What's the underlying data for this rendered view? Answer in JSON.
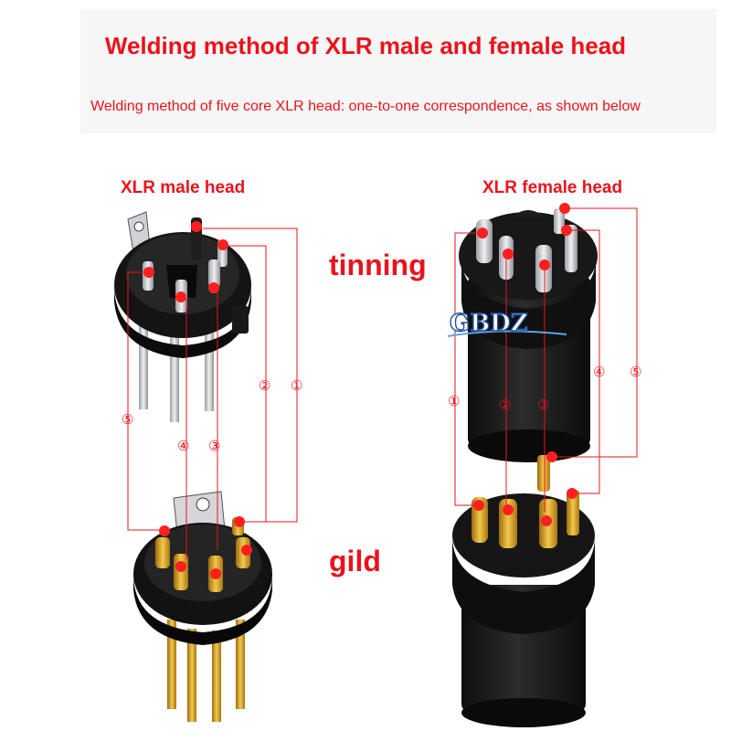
{
  "title": "Welding method of XLR male and female head",
  "subtitle": "Welding method of five core XLR head: one-to-one correspondence, as shown below",
  "labels": {
    "male": "XLR male  head",
    "female": "XLR  female head",
    "tinning": "tinning",
    "gild": "gild"
  },
  "pin_numbers": {
    "male_1": "①",
    "male_2": "②",
    "male_3": "③",
    "male_4": "④",
    "male_5": "⑤",
    "female_1": "①",
    "female_2": "②",
    "female_3": "③",
    "female_4": "④",
    "female_5": "⑤"
  },
  "watermark": "GBDZ",
  "colors": {
    "accent": "#e8141c",
    "connector_body": "#1b1b1b",
    "tinned_pin": "#c9ccd0",
    "gold_pin": "#d9a629",
    "banner_bg": "#f6f6f6"
  }
}
